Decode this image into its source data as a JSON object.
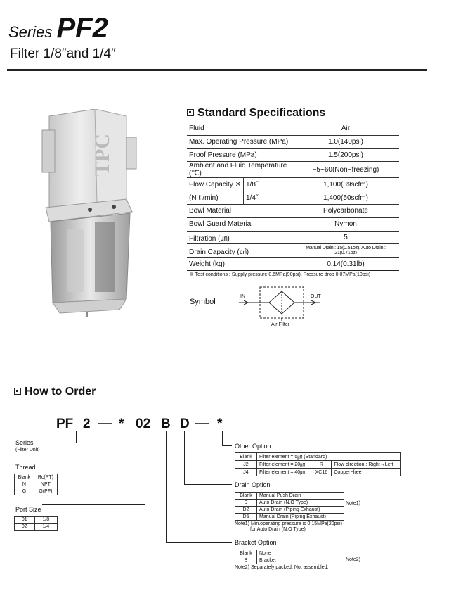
{
  "header": {
    "series_prefix": "Series",
    "series_model": "PF2",
    "subtitle": "Filter 1/8″and 1/4″"
  },
  "spec": {
    "title": "Standard Specifications",
    "rows": [
      {
        "label": "Fluid",
        "value": "Air"
      },
      {
        "label": "Max. Operating Pressure (MPa)",
        "value": "1.0(140psi)"
      },
      {
        "label": "Proof Pressure (MPa)",
        "value": "1.5(200psi)"
      },
      {
        "label": "Ambient and Fluid Temperature (℃)",
        "value": "−5~60(Non−freezing)"
      },
      {
        "label": "Flow Capacity ※",
        "sub": "1/8˝",
        "value": "1,100(39scfm)"
      },
      {
        "label": "(N ℓ /min)",
        "sub": "1/4˝",
        "value": "1,400(50scfm)"
      },
      {
        "label": "Bowl Material",
        "value": "Polycarbonate"
      },
      {
        "label": "Bowl Guard Material",
        "value": "Nymon"
      },
      {
        "label": "Filtration (㎛)",
        "value": "5"
      },
      {
        "label": "Drain Capacity (㎤)",
        "value": "Manual Drain : 15(0.51oz), Auto Drain : 21(0.71oz)"
      },
      {
        "label": "Weight (kg)",
        "value": "0.14(0.31lb)"
      }
    ],
    "note": "※ Test conditions : Supply pressure 0.6MPa(90psi), Pressure drop 0.07MPa(10psi)"
  },
  "symbol": {
    "label": "Symbol",
    "in": "IN",
    "out": "OUT",
    "caption": "Air Filter"
  },
  "product": {
    "brand": "TPC"
  },
  "order": {
    "title": "How to Order",
    "code": [
      "PF",
      "2",
      "—",
      "*",
      "02",
      "B",
      "D",
      "—",
      "*"
    ],
    "series": {
      "title": "Series",
      "sub": "(Filter Unit)"
    },
    "thread": {
      "title": "Thread",
      "rows": [
        [
          "Blank",
          "Rc(PT)"
        ],
        [
          "N",
          "NPT"
        ],
        [
          "G",
          "G(PF)"
        ]
      ]
    },
    "port": {
      "title": "Port Size",
      "rows": [
        [
          "01",
          "1/8"
        ],
        [
          "02",
          "1/4"
        ]
      ]
    },
    "other": {
      "title": "Other Option",
      "rows": [
        [
          "Blank",
          "Filter element = 5㎛ (Standard)",
          "",
          ""
        ],
        [
          "J2",
          "Filter element = 20㎛",
          "R",
          "Flow direction : Right→Left"
        ],
        [
          "J4",
          "Filter element = 40㎛",
          "XC16",
          "Copper−free"
        ]
      ]
    },
    "drain": {
      "title": "Drain Option",
      "rows": [
        [
          "Blank",
          "Manual Push Drain"
        ],
        [
          "D",
          "Auto Drain (N.O Type)"
        ],
        [
          "D2",
          "Auto Drain (Piping Exhaust)"
        ],
        [
          "D5",
          "Manual Drain (Piping Exhaust)"
        ]
      ],
      "side": "Note1)",
      "note": "Note1) Min.operating pressure is 0.15MPa(20psi)",
      "note2": "for Auto Drain (N.O Type)"
    },
    "bracket": {
      "title": "Bracket Option",
      "rows": [
        [
          "Blank",
          "None"
        ],
        [
          "B",
          "Bracket"
        ]
      ],
      "side": "Note2)",
      "note": "Note2) Separately packed, Not assembled."
    }
  }
}
